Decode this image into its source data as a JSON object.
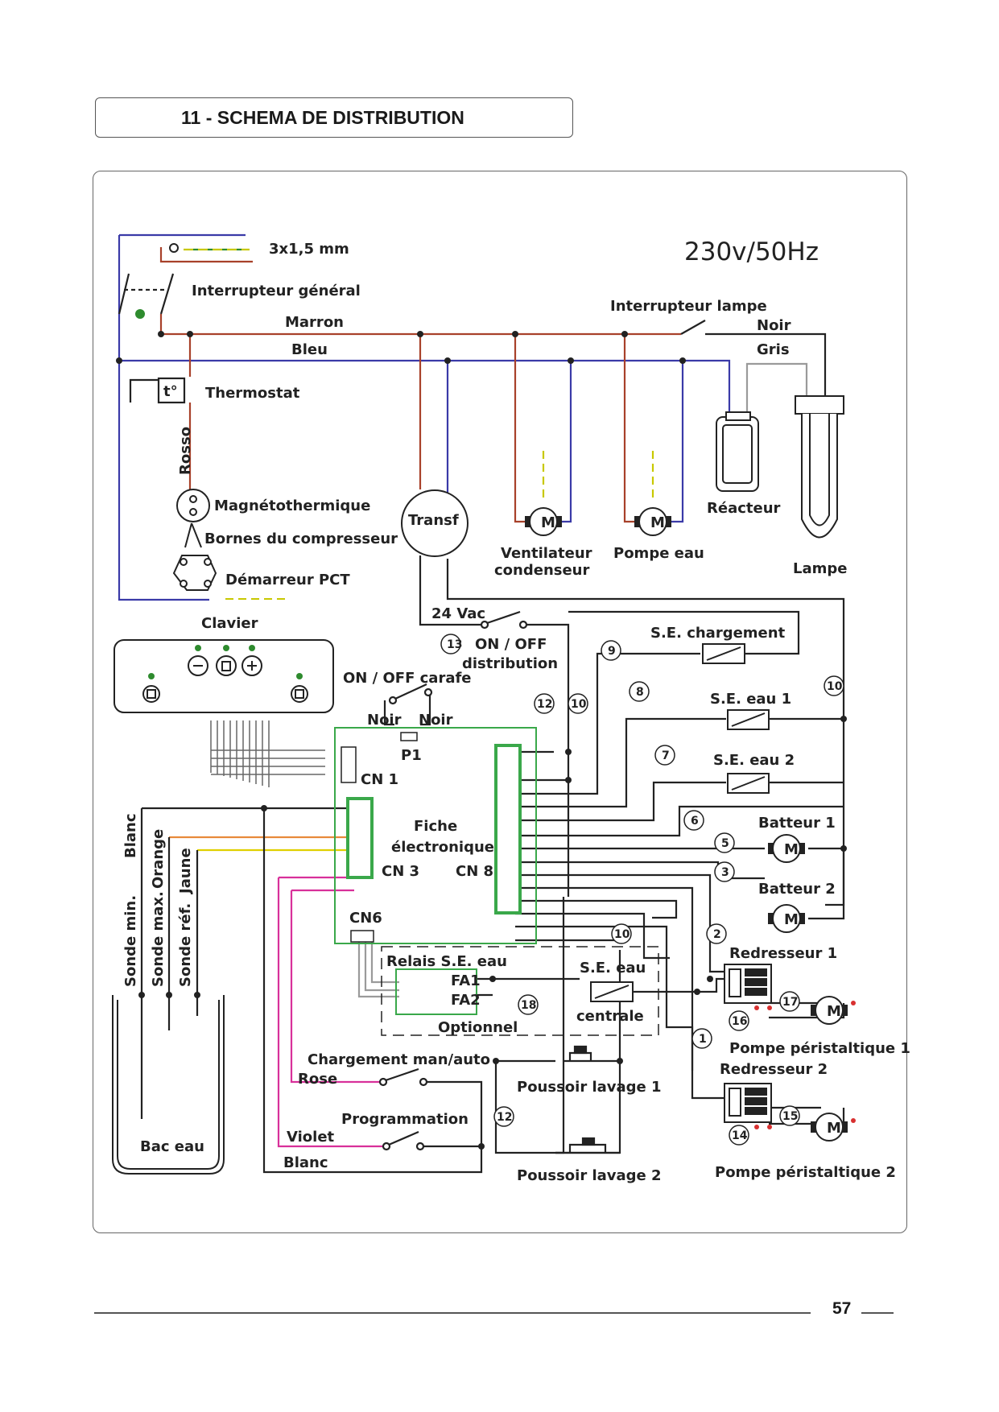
{
  "section_title": "11 - SCHEMA DE DISTRIBUTION",
  "page_number": "57",
  "colors": {
    "brown": "#a8412a",
    "blue": "#3a3aa8",
    "black": "#222222",
    "grey": "#9a9a9a",
    "yellow_green": "#c8c800",
    "green_earth": "#2e8b2e",
    "orange": "#e88a3a",
    "yellow": "#e0d000",
    "pink": "#d8309a",
    "board_green": "#3aa84a"
  },
  "labels": {
    "cable": "3x1,5 mm",
    "voltage": "230v/50Hz",
    "main_switch": "Interrupteur général",
    "marron": "Marron",
    "bleu": "Bleu",
    "lamp_switch": "Interrupteur lampe",
    "noir": "Noir",
    "gris": "Gris",
    "thermostat": "Thermostat",
    "thermo_sym": "t°",
    "rosso": "Rosso",
    "magneto": "Magnétothermique",
    "bornes": "Bornes du compresseur",
    "demarreur": "Démarreur PCT",
    "transf": "Transf",
    "ventilateur_1": "Ventilateur",
    "ventilateur_2": "condenseur",
    "pompe_eau": "Pompe eau",
    "reacteur": "Réacteur",
    "lampe": "Lampe",
    "clavier": "Clavier",
    "vac24": "24 Vac",
    "onoff_distribution_1": "ON / OFF",
    "onoff_distribution_2": "distribution",
    "onoff_carafe": "ON / OFF carafe",
    "noir_left": "Noir",
    "noir_right": "Noir",
    "p1": "P1",
    "cn1": "CN 1",
    "fiche_1": "Fiche",
    "fiche_2": "électronique",
    "cn3": "CN 3",
    "cn8": "CN 8",
    "cn6": "CN6",
    "se_chargement": "S.E. chargement",
    "se_eau1": "S.E. eau 1",
    "se_eau2": "S.E. eau 2",
    "batteur1": "Batteur 1",
    "batteur2": "Batteur 2",
    "redresseur1": "Redresseur 1",
    "redresseur2": "Redresseur 2",
    "pompe_peri1": "Pompe péristaltique 1",
    "pompe_peri2": "Pompe péristaltique 2",
    "relais": "Relais S.E. eau",
    "fa1": "FA1",
    "fa2": "FA2",
    "optionnel": "Optionnel",
    "se_eau_c1": "S.E. eau",
    "se_eau_c2": "centrale",
    "chargement": "Chargement man/auto",
    "rose": "Rose",
    "programmation": "Programmation",
    "violet": "Violet",
    "blanc_bottom": "Blanc",
    "poussoir1": "Poussoir lavage 1",
    "poussoir2": "Poussoir lavage 2",
    "bac_eau": "Bac eau",
    "blanc_vert": "Blanc",
    "sonde_min": "Sonde min.",
    "sonde_max": "Sonde max.",
    "orange_vert": "Orange",
    "sonde_ref": "Sonde réf.",
    "jaune_vert": "Jaune",
    "motor": "M"
  },
  "wire_numbers": {
    "n1": "1",
    "n2": "2",
    "n3": "3",
    "n5": "5",
    "n6": "6",
    "n7": "7",
    "n8": "8",
    "n9": "9",
    "n10a": "10",
    "n10b": "10",
    "n10c": "10",
    "n12a": "12",
    "n12b": "12",
    "n13": "13",
    "n14": "14",
    "n15": "15",
    "n16": "16",
    "n17": "17",
    "n18": "18"
  }
}
